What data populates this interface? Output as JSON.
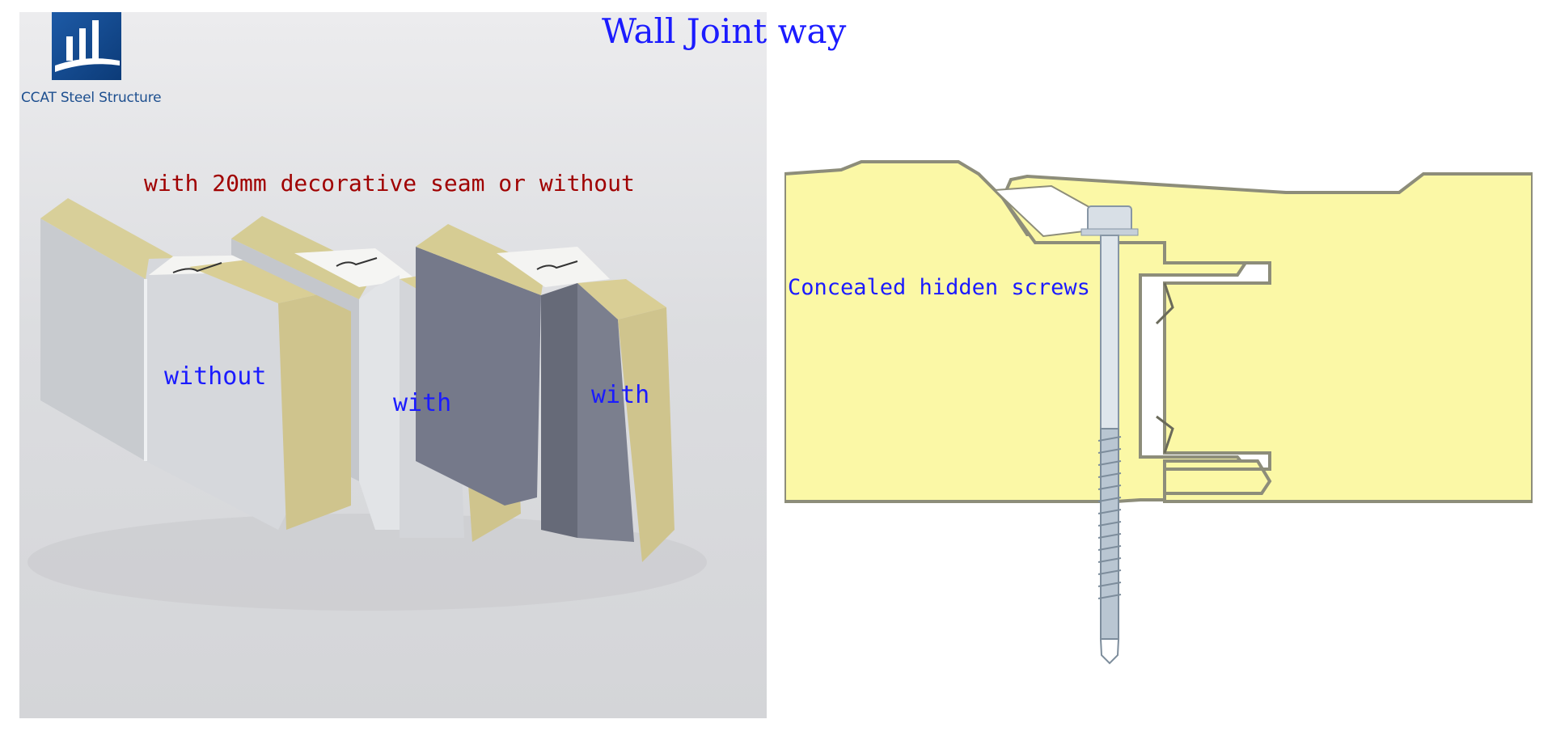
{
  "title": "Wall Joint way",
  "brand": {
    "logo_text": "CCAT Steel Structure",
    "logo_color": "#1d5aa6"
  },
  "photo": {
    "caption": "with 20mm decorative seam or without",
    "labels": [
      "without",
      "with",
      "with"
    ],
    "colors": {
      "wool": "#d8cf99",
      "steel_light": "#d9dbdf",
      "steel_dark": "#7b7f89"
    }
  },
  "diagram": {
    "caption": "Concealed hidden screws",
    "colors": {
      "core": "#fbf8a6",
      "outline": "#8d8d7a",
      "screw": "#b9c6d2"
    }
  }
}
